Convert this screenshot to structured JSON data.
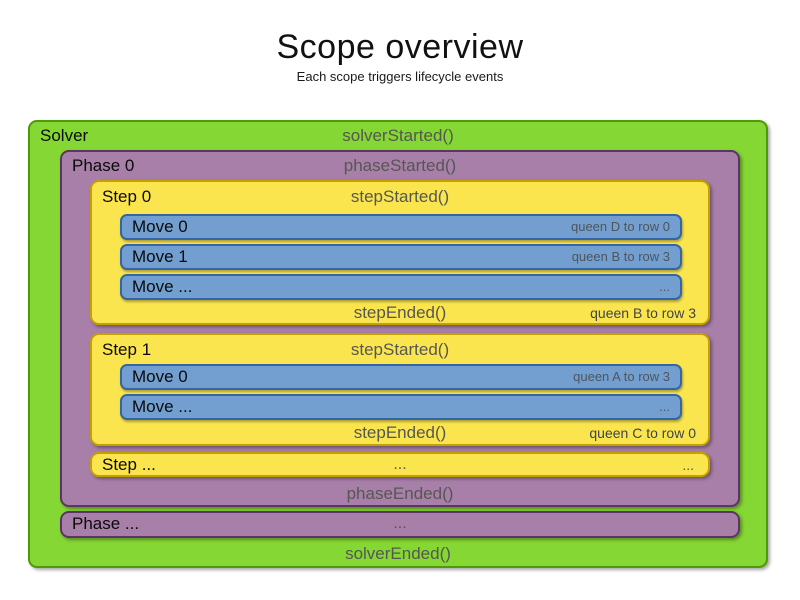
{
  "title": "Scope overview",
  "subtitle": "Each scope triggers lifecycle events",
  "colors": {
    "solver_fill": "#85d733",
    "solver_border": "#4e9a06",
    "phase_fill": "#a87fa8",
    "phase_border": "#5c3566",
    "step_fill": "#fbe54e",
    "step_border": "#c4a000",
    "move_fill": "#729fcf",
    "move_border": "#3465a4",
    "event_text": "#555753"
  },
  "solver": {
    "label": "Solver",
    "started_event": "solverStarted()",
    "ended_event": "solverEnded()",
    "phase0": {
      "label": "Phase 0",
      "started_event": "phaseStarted()",
      "ended_event": "phaseEnded()",
      "steps": [
        {
          "label": "Step 0",
          "started_event": "stepStarted()",
          "ended_event": "stepEnded()",
          "ended_note": "queen B to row 3",
          "moves": [
            {
              "label": "Move 0",
              "note": "queen D to row 0"
            },
            {
              "label": "Move 1",
              "note": "queen B to row 3"
            },
            {
              "label": "Move ...",
              "note": "..."
            }
          ]
        },
        {
          "label": "Step 1",
          "started_event": "stepStarted()",
          "ended_event": "stepEnded()",
          "ended_note": "queen C to row 0",
          "moves": [
            {
              "label": "Move 0",
              "note": "queen A to row 3"
            },
            {
              "label": "Move ...",
              "note": "..."
            }
          ]
        }
      ],
      "step_ellipsis": {
        "label": "Step ...",
        "center": "...",
        "right": "..."
      }
    },
    "phase_ellipsis": {
      "label": "Phase ...",
      "center": "..."
    }
  }
}
